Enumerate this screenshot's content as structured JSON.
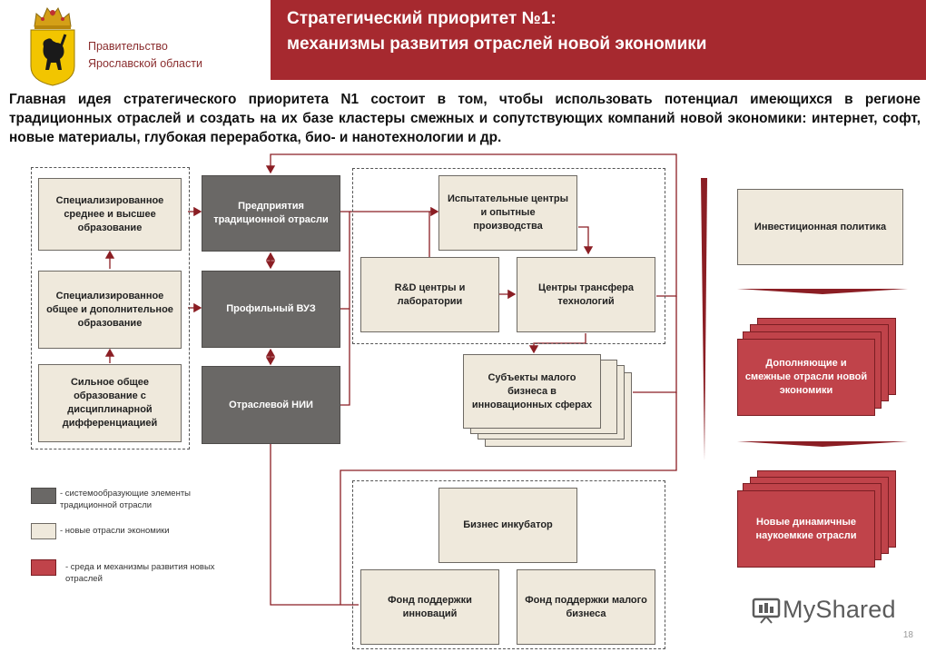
{
  "header": {
    "government": [
      "Правительство",
      "Ярославской области"
    ],
    "title_line1": "Стратегический приоритет №1:",
    "title_line2": "механизмы развития отраслей новой экономики",
    "banner_color": "#a6292f"
  },
  "intro": "Главная идея стратегического приоритета N1 состоит в том, чтобы использовать потенциал имеющихся в регионе традиционных отраслей и создать на их базе кластеры смежных и сопутствующих компаний новой экономики: интернет, софт, новые материалы, глубокая переработка, био- и нанотехнологии и др.",
  "boxes": {
    "spec_higher": "Специализированное среднее и высшее образование",
    "spec_general": "Специализированное общее и дополнительное образование",
    "strong_general": "Сильное общее образование с дисциплинарной дифференциацией",
    "enterprises": "Предприятия традиционной отрасли",
    "profile_vuz": "Профильный ВУЗ",
    "branch_nii": "Отраслевой НИИ",
    "test_centers": "Испытательные центры и опытные производства",
    "rnd_centers": "R&D центры и лаборатории",
    "transfer_centers": "Центры трансфера технологий",
    "small_business": "Субъекты малого бизнеса в инновационных сферах",
    "incubator": "Бизнес инкубатор",
    "innovation_fund": "Фонд поддержки инноваций",
    "small_business_fund": "Фонд поддержки малого бизнеса",
    "investment_policy": "Инвестиционная политика",
    "adjacent_sectors": "Дополняющие и смежные отрасли новой экономики",
    "new_sectors": "Новые динамичные наукоемкие отрасли"
  },
  "legend": [
    {
      "label": "- системообразующие элементы традиционной отрасли",
      "color": "#6a6866"
    },
    {
      "label": "- новые отрасли экономики",
      "color": "#efe9dc"
    },
    {
      "label": "- среда и механизмы развития новых отраслей",
      "color": "#c0434a"
    }
  ],
  "page_number": "18",
  "watermark": "MyShared",
  "icons": [
    "yaroslavl-coat-of-arms-icon",
    "myshared-logo-icon"
  ]
}
